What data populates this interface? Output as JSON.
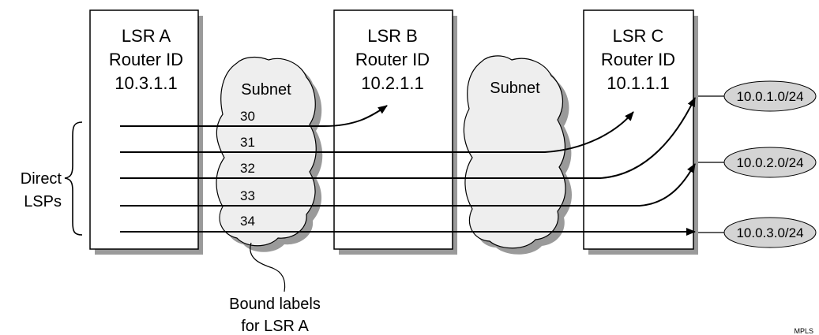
{
  "routers": [
    {
      "name": "LSR A",
      "id_label": "Router ID",
      "id": "10.3.1.1"
    },
    {
      "name": "LSR B",
      "id_label": "Router ID",
      "id": "10.2.1.1"
    },
    {
      "name": "LSR C",
      "id_label": "Router ID",
      "id": "10.1.1.1"
    }
  ],
  "subnets": [
    "Subnet",
    "Subnet"
  ],
  "labels": [
    "30",
    "31",
    "32",
    "33",
    "34"
  ],
  "prefixes": [
    "10.0.1.0/24",
    "10.0.2.0/24",
    "10.0.3.0/24"
  ],
  "direct_lsps": {
    "line1": "Direct",
    "line2": "LSPs"
  },
  "bound_labels": {
    "line1": "Bound labels",
    "line2": "for LSR A"
  },
  "corner_tag": "MPLS",
  "colors": {
    "box_fill": "#ffffff",
    "shadow": "#9a9a9a",
    "cloud": "#eeeeee",
    "prefix_fill": "#d4d4d4",
    "stroke": "#000000"
  }
}
